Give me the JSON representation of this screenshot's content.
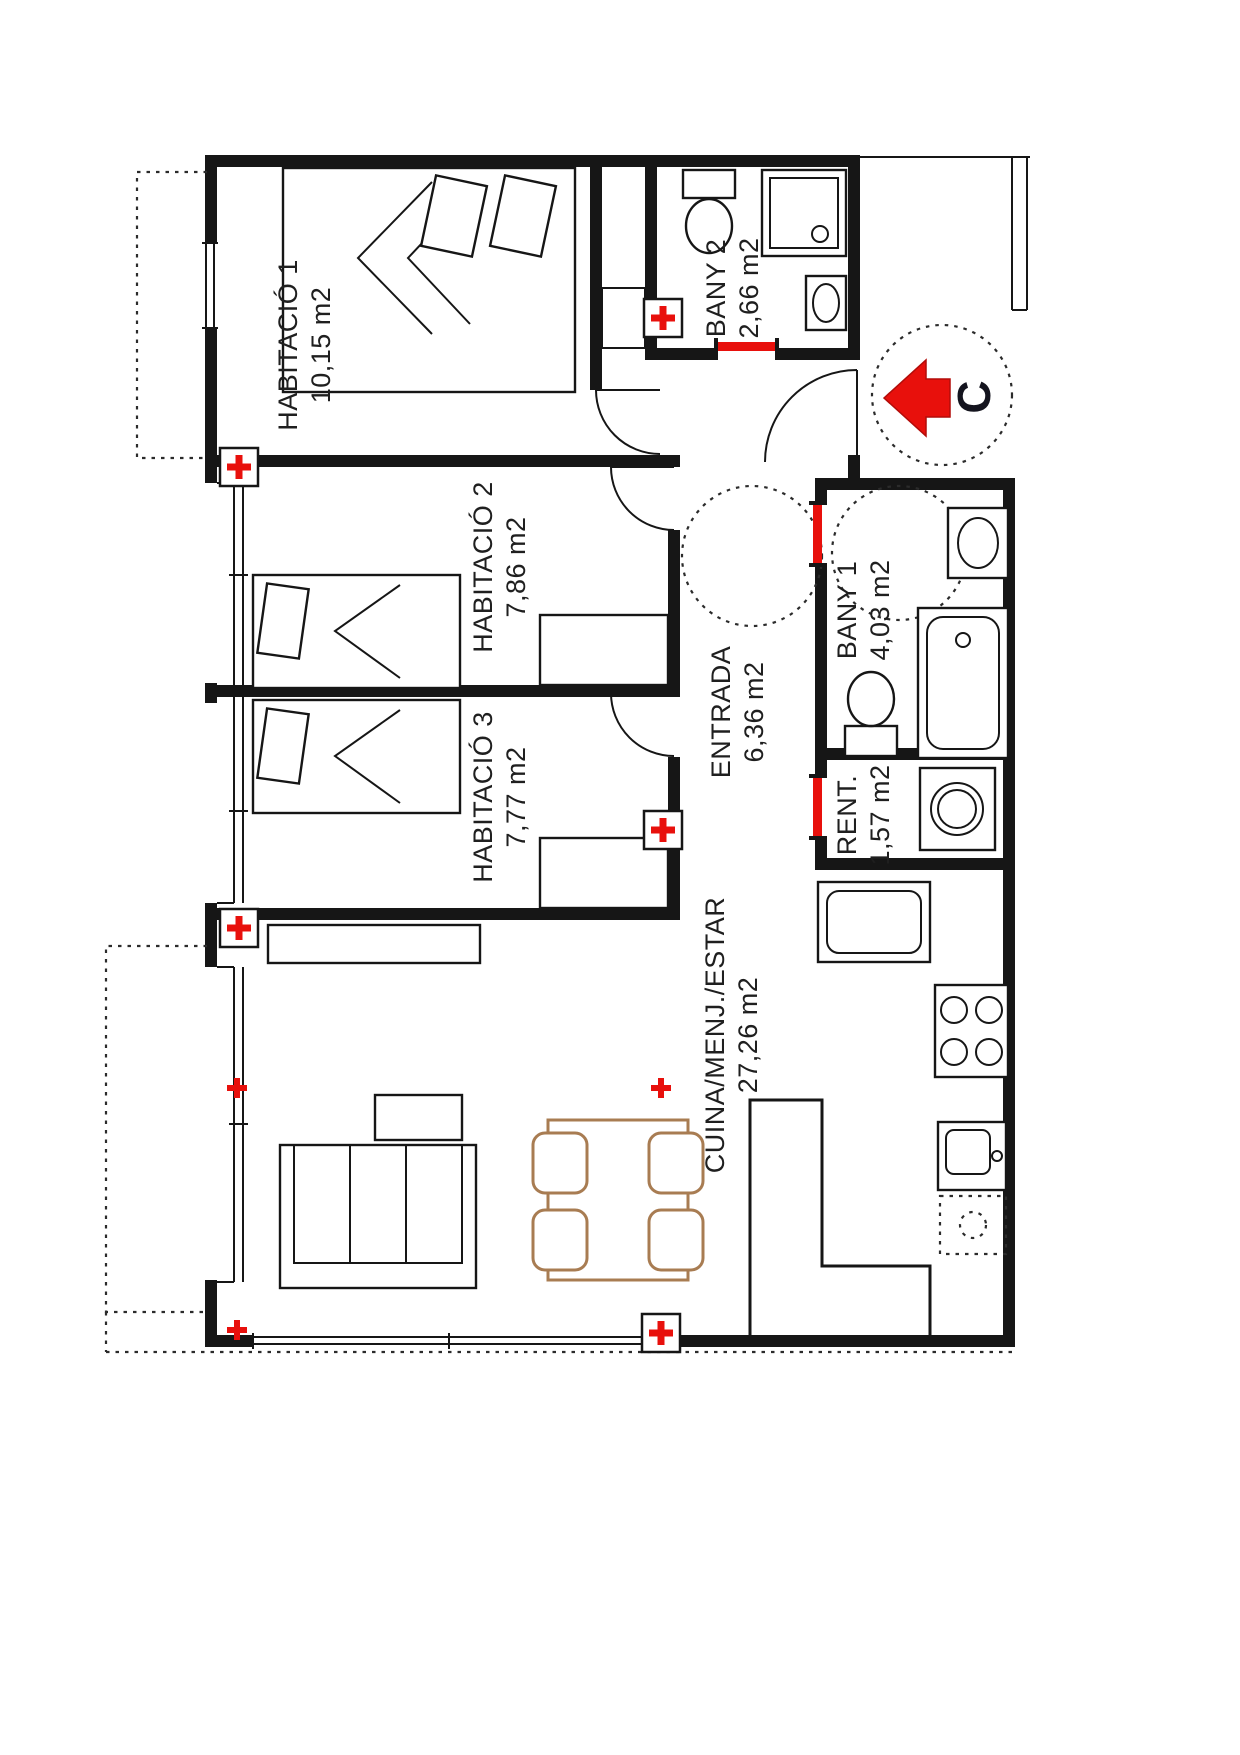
{
  "plan": {
    "unit_label": "C",
    "rooms": [
      {
        "id": "habitacio-1",
        "name": "HABITACIÓ 1",
        "area": "10,15 m2"
      },
      {
        "id": "bany-2",
        "name": "BANY 2",
        "area": "2,66 m2"
      },
      {
        "id": "habitacio-2",
        "name": "HABITACIÓ 2",
        "area": "7,86 m2"
      },
      {
        "id": "habitacio-3",
        "name": "HABITACIÓ 3",
        "area": "7,77 m2"
      },
      {
        "id": "entrada",
        "name": "ENTRADA",
        "area": "6,36 m2"
      },
      {
        "id": "bany-1",
        "name": "BANY 1",
        "area": "4,03 m2"
      },
      {
        "id": "rentador",
        "name": "RENT.",
        "area": "1,57 m2"
      },
      {
        "id": "cuina-menjador-estar",
        "name": "CUINA/MENJ./ESTAR",
        "area": "27,26 m2"
      }
    ],
    "colors": {
      "wall": "#161616",
      "accent_red": "#e8100c",
      "table_brown": "#a87c52"
    }
  }
}
